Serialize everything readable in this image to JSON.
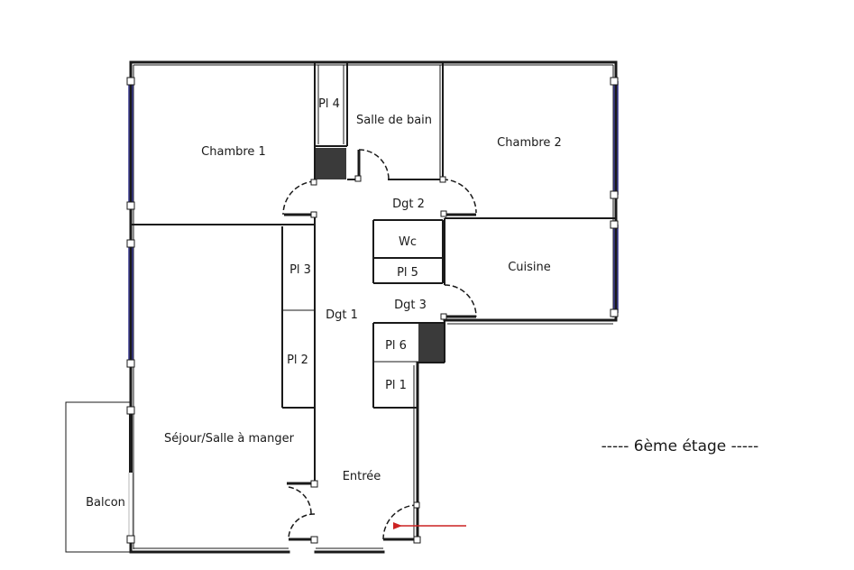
{
  "floor_label": "----- 6ème étage -----",
  "rooms": {
    "chambre1": "Chambre 1",
    "pl4": "Pl 4",
    "salle_de_bain": "Salle de bain",
    "chambre2": "Chambre 2",
    "dgt2": "Dgt 2",
    "wc": "Wc",
    "pl5": "Pl 5",
    "cuisine": "Cuisine",
    "dgt3": "Dgt 3",
    "pl3": "Pl 3",
    "dgt1": "Dgt 1",
    "pl2": "Pl 2",
    "pl6": "Pl 6",
    "pl1": "Pl 1",
    "sejour": "Séjour/Salle à manger",
    "entree": "Entrée",
    "balcon": "Balcon"
  },
  "colors": {
    "wall": "#1a1a1a",
    "window": "#3b3b8f",
    "entrance_arrow": "#cc2222",
    "duct_fill": "#3a3a3a"
  },
  "entrance_arrow_icon": "arrow-left-icon"
}
